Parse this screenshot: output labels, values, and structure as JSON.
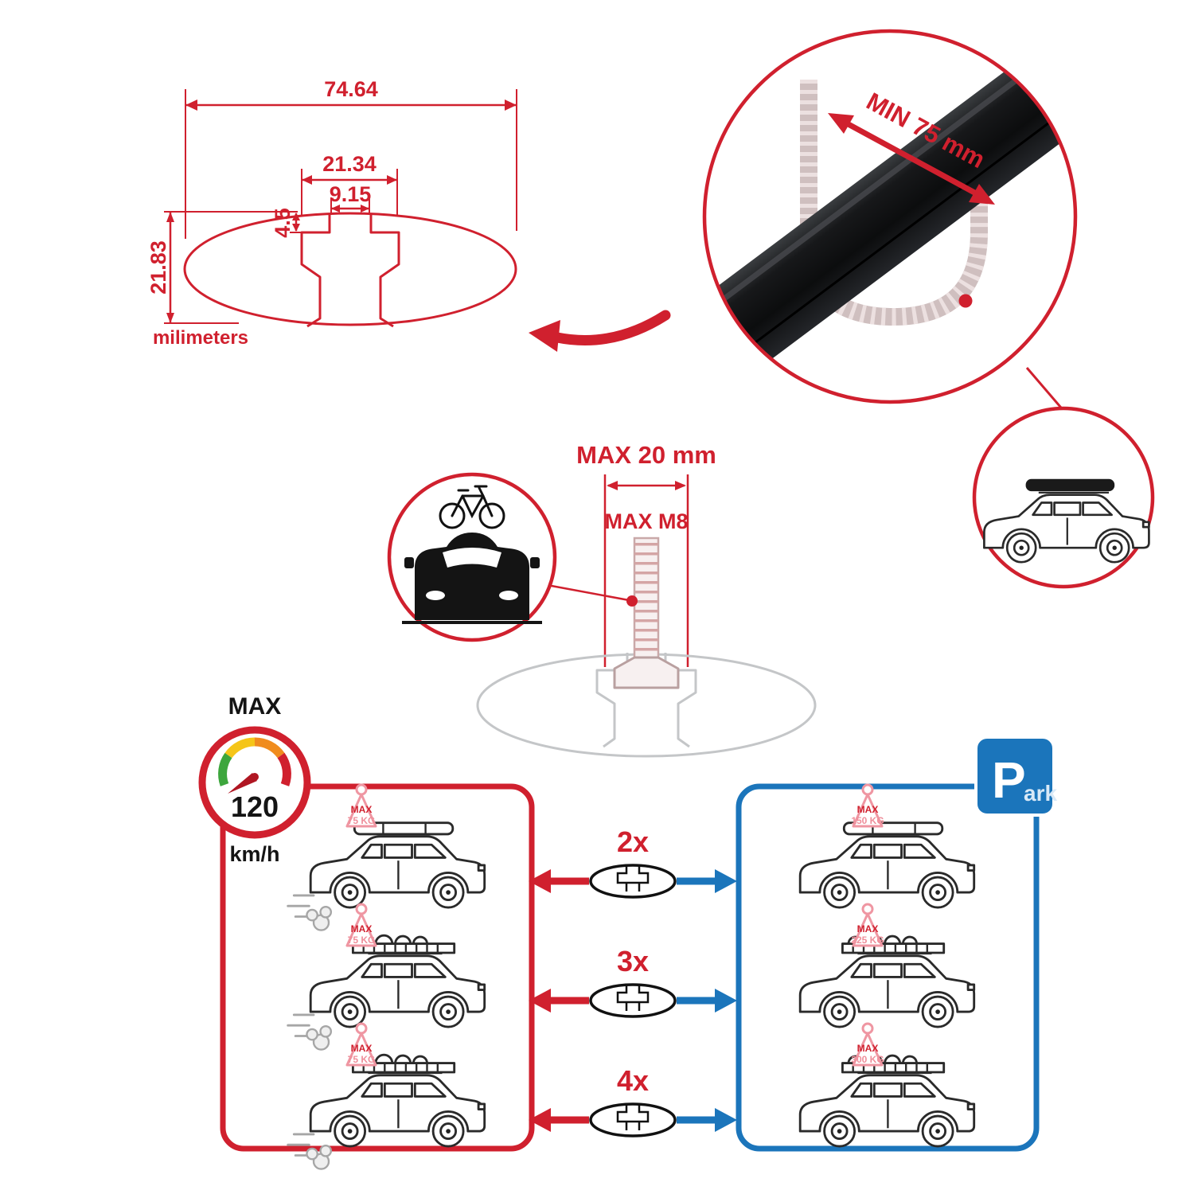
{
  "colors": {
    "red": "#d0202e",
    "blue": "#1b75bb",
    "pink": "#ef96a2",
    "grey": "#c4c6c8",
    "dark": "#1a1a1a"
  },
  "dimension_drawing": {
    "total_width": "74.64",
    "slot_outer_width": "21.34",
    "slot_opening_width": "9.15",
    "lip_depth": "4.5",
    "bar_height": "21.83",
    "unit_label": "milimeters"
  },
  "crossbar_zoom": {
    "min_length_label": "MIN 75 mm"
  },
  "bolt_spec": {
    "max_width_label": "MAX 20 mm",
    "max_thread_label": "MAX M8"
  },
  "speed_limit": {
    "title": "MAX",
    "value": "120",
    "unit": "km/h"
  },
  "bar_counts": [
    "2x",
    "3x",
    "4x"
  ],
  "driving_zone": {
    "cars": [
      {
        "tag_line1": "MAX",
        "tag_line2": "75 KG"
      },
      {
        "tag_line1": "MAX",
        "tag_line2": "75 KG"
      },
      {
        "tag_line1": "MAX",
        "tag_line2": "75 KG"
      }
    ]
  },
  "parking_zone": {
    "sign_p": "P",
    "sign_ark": "ark",
    "cars": [
      {
        "tag_line1": "MAX",
        "tag_line2": "150 KG"
      },
      {
        "tag_line1": "MAX",
        "tag_line2": "225 KG"
      },
      {
        "tag_line1": "MAX",
        "tag_line2": "300 KG"
      }
    ]
  }
}
